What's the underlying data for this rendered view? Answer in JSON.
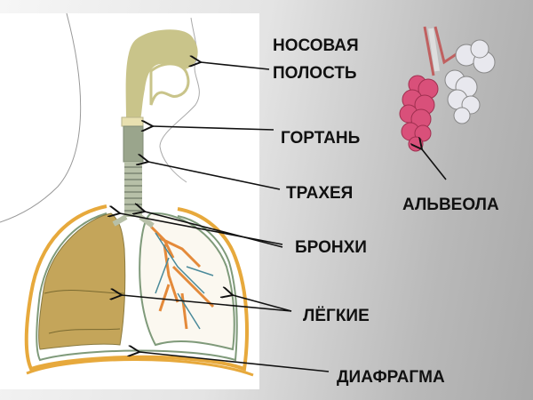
{
  "labels": {
    "nasal_cavity_line1": "НОСОВАЯ",
    "nasal_cavity_line2": "ПОЛОСТЬ",
    "larynx": "ГОРТАНЬ",
    "trachea": "ТРАХЕЯ",
    "alveolus": "АЛЬВЕОЛА",
    "bronchi": "БРОНХИ",
    "lungs": "ЛЁГКИЕ",
    "diaphragm": "ДИАФРАГМА"
  },
  "colors": {
    "airway": "#c9c48a",
    "lung_left": "#c4a55a",
    "pleura": "#e7a93c",
    "alveoli_pink": "#d9507a",
    "alveoli_white": "#e8e8ee"
  }
}
